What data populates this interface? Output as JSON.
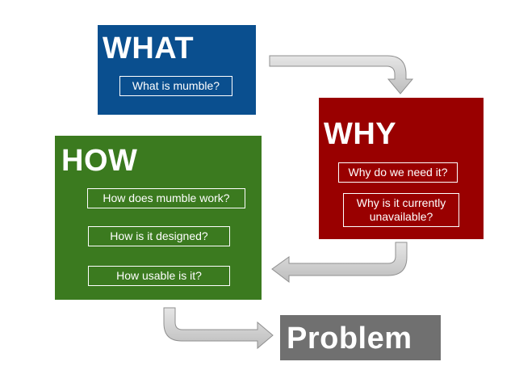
{
  "what": {
    "title": "WHAT",
    "items": [
      "What is mumble?"
    ],
    "color": "#0a4f8f"
  },
  "why": {
    "title": "WHY",
    "items": [
      "Why do we need it?",
      "Why is it currently unavailable?"
    ],
    "color": "#990000"
  },
  "how": {
    "title": "HOW",
    "items": [
      "How does mumble work?",
      "How is it designed?",
      "How usable is it?"
    ],
    "color": "#3b7a1f"
  },
  "problem": {
    "title": "Problem",
    "color": "#707070"
  },
  "arrow_color": "#c9c9c9"
}
